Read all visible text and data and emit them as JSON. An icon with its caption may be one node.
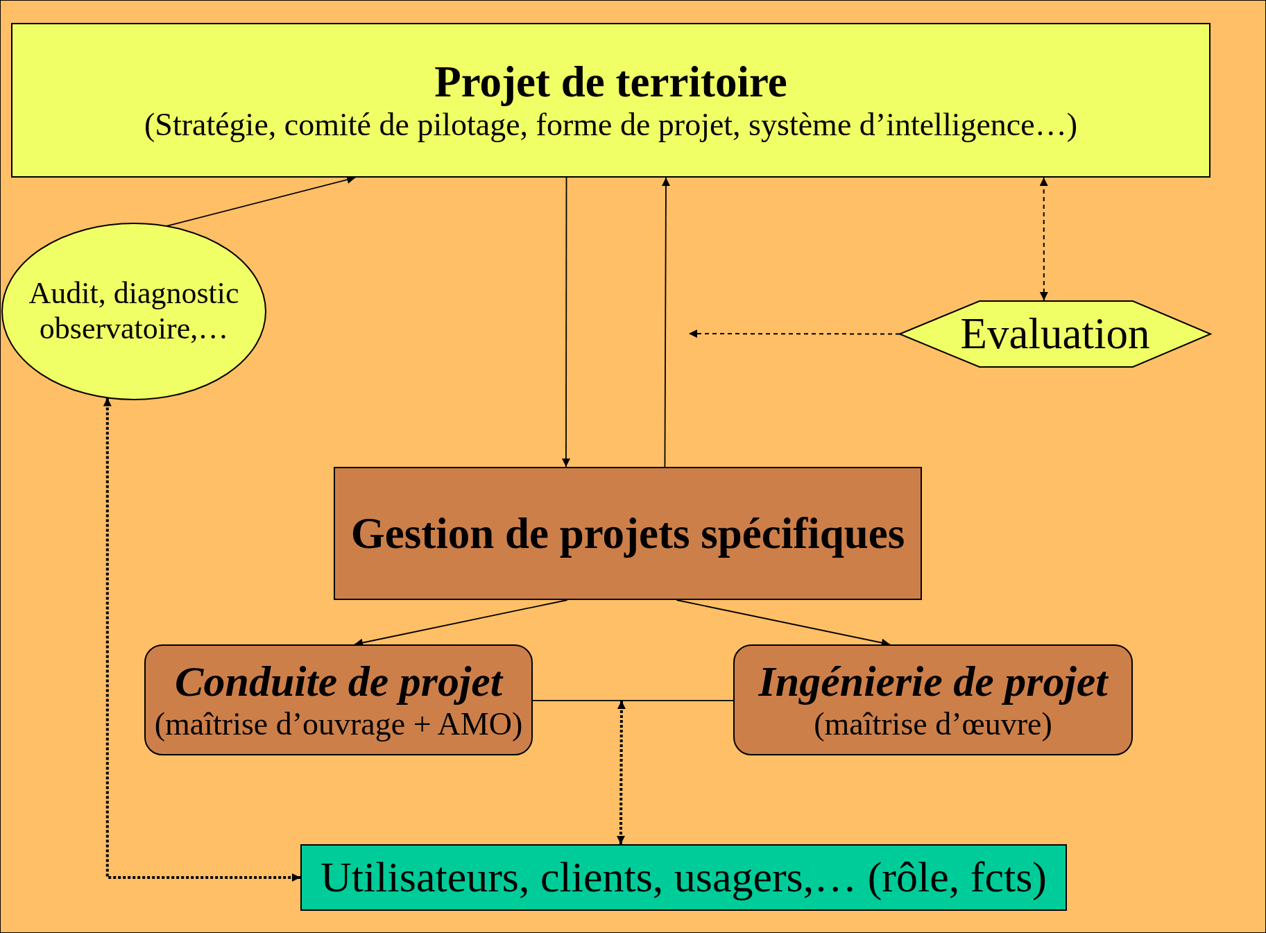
{
  "diagram": {
    "nodes": [
      {
        "text": [
          "Projet de territoire",
          "(Stratégie, comité de pilotage, forme de projet, système d’intelligence…)"
        ]
      },
      {
        "text": [
          "Audit, diagnostic observatoire,…"
        ]
      },
      {
        "text": [
          "Evaluation"
        ]
      },
      {
        "text": [
          "Gestion de projets spécifiques"
        ]
      },
      {
        "text": [
          "Conduite de projet",
          "(maîtrise d’ouvrage + AMO)"
        ]
      },
      {
        "text": [
          "Ingénierie de projet",
          "(maîtrise d’œuvre)"
        ]
      },
      {
        "text": [
          "Utilisateurs, clients, usagers,… (rôle, fcts)"
        ]
      }
    ],
    "edges": [
      {
        "from": 1,
        "to": 0,
        "arrow": "to"
      },
      {
        "from": 0,
        "to": 3,
        "arrow": "to"
      },
      {
        "from": 3,
        "to": 0,
        "arrow": "to"
      },
      {
        "from": 2,
        "to": 0,
        "arrow": "both",
        "style": "dashed"
      },
      {
        "from": 2,
        "to": null,
        "arrow": "to",
        "style": "dashed"
      },
      {
        "from": 3,
        "to": 4,
        "arrow": "to"
      },
      {
        "from": 3,
        "to": 5,
        "arrow": "to"
      },
      {
        "from": 4,
        "to": 5,
        "arrow": "none"
      },
      {
        "from": 6,
        "to": null,
        "arrow": "both",
        "style": "dashed"
      },
      {
        "from": 1,
        "to": 6,
        "arrow": "both",
        "style": "dashed"
      }
    ]
  }
}
